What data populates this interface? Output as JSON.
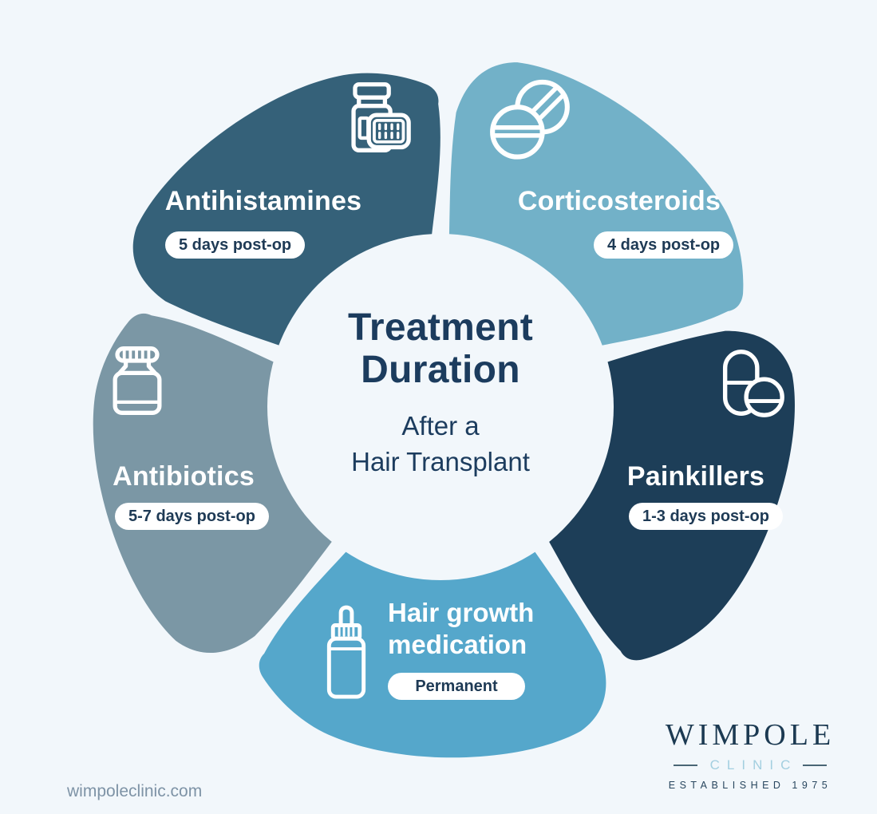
{
  "colors": {
    "background": "#f2f7fb",
    "title_navy": "#1c3c5e",
    "badge_text": "#1e3a55",
    "label_white": "#ffffff",
    "footer_url": "#7e93a6",
    "logo_navy": "#1c3a52",
    "logo_clinic_blue": "#a3cfe0",
    "logo_dash": "#4a6675"
  },
  "center": {
    "title_line1": "Treatment",
    "title_line2": "Duration",
    "subtitle_line1": "After a",
    "subtitle_line2": "Hair Transplant"
  },
  "petals": [
    {
      "id": "antihistamines",
      "label": "Antihistamines",
      "badge": "5 days post-op",
      "color": "#356179",
      "icon": "pill-bottle-blister-icon"
    },
    {
      "id": "corticosteroids",
      "label": "Corticosteroids",
      "badge": "4 days post-op",
      "color": "#72b1c8",
      "icon": "round-tablets-icon"
    },
    {
      "id": "antibiotics",
      "label": "Antibiotics",
      "badge": "5-7 days post-op",
      "color": "#7b97a5",
      "icon": "medicine-jar-icon"
    },
    {
      "id": "painkillers",
      "label": "Painkillers",
      "badge": "1-3 days post-op",
      "color": "#1d3e58",
      "icon": "capsule-tablet-icon"
    },
    {
      "id": "hair_growth_medication",
      "label": "Hair growth medication",
      "label_line1": "Hair growth",
      "label_line2": "medication",
      "badge": "Permanent",
      "color": "#55a7cb",
      "icon": "dropper-bottle-icon"
    }
  ],
  "footer": {
    "website": "wimpoleclinic.com"
  },
  "logo": {
    "name": "WIMPOLE",
    "subtitle": "CLINIC",
    "established": "ESTABLISHED 1975"
  }
}
